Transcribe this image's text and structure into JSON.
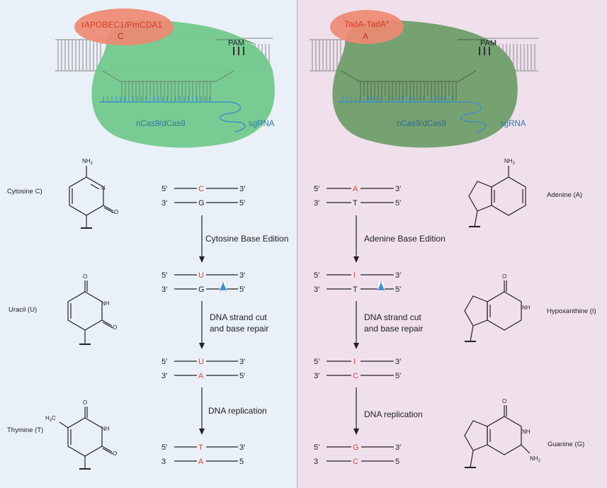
{
  "colors": {
    "left_bg": "#eaf0f7",
    "right_bg": "#f0e0ec",
    "cas9": "#72c98d",
    "cas9_right": "#6f9e6a",
    "deaminase": "#ee8a72",
    "deaminase_text": "#d83a2a",
    "sgrna": "#3d8fc4",
    "highlight_base": "#d8483a",
    "nick_marker": "#4a90c8"
  },
  "left": {
    "enzyme": "rAPOBEC1/PmCDA1",
    "enzyme_base": "C",
    "pam": "PAM",
    "cas": "nCas9/dCas9",
    "sgrna": "sgRNA",
    "molecules": {
      "cytosine": {
        "name": "Cytosine C)",
        "nh2": "NH",
        "nh2_sub": "2",
        "n": "N",
        "o": "O"
      },
      "uracil": {
        "name": "Uracil (U)",
        "nh": "NH",
        "o1": "O",
        "o2": "O"
      },
      "thymine": {
        "name": "Thymine (T)",
        "ch3": "H",
        "ch3_sub": "3",
        "ch3_c": "C",
        "nh": "NH",
        "o1": "O",
        "o2": "O"
      }
    },
    "steps": [
      {
        "top": [
          "5′",
          "C",
          "3′"
        ],
        "bottom": [
          "3′",
          "G",
          "5′"
        ]
      },
      {
        "top": [
          "5′",
          "U",
          "3′"
        ],
        "bottom": [
          "3′",
          "G",
          "5′"
        ]
      },
      {
        "top": [
          "5′",
          "U",
          "3′"
        ],
        "bottom": [
          "3′",
          "A",
          "5′"
        ]
      },
      {
        "top": [
          "5′",
          "T",
          "3′"
        ],
        "bottom": [
          "3",
          "A",
          "5"
        ]
      }
    ],
    "arrows": [
      "Cytosine Base Edition",
      "DNA strand cut",
      "and base repair",
      "DNA replication"
    ]
  },
  "right": {
    "enzyme": "TadA-TadA*",
    "enzyme_base": "A",
    "pam": "PAM",
    "cas": "nCas9/dCas9",
    "sgrna": "sgRNA",
    "molecules": {
      "adenine": {
        "name": "Adenine (A)",
        "nh2": "NH",
        "nh2_sub": "2"
      },
      "hypoxanthine": {
        "name": "Hypoxanthine (I)",
        "o": "O",
        "nh": "NH"
      },
      "guanine": {
        "name": "Guanine (G)",
        "o": "O",
        "nh": "NH",
        "nh2": "NH",
        "nh2_sub": "2"
      }
    },
    "steps": [
      {
        "top": [
          "5′",
          "A",
          "3′"
        ],
        "bottom": [
          "3′",
          "T",
          "5′"
        ]
      },
      {
        "top": [
          "5′",
          "I",
          "3′"
        ],
        "bottom": [
          "3′",
          "T",
          "5′"
        ]
      },
      {
        "top": [
          "5′",
          "I",
          "3′"
        ],
        "bottom": [
          "3′",
          "C",
          "5′"
        ]
      },
      {
        "top": [
          "5′",
          "G",
          "3′"
        ],
        "bottom": [
          "3",
          "C",
          "5"
        ]
      }
    ],
    "arrows": [
      "Adenine Base Edition",
      "DNA strand cut",
      "and base repair",
      "DNA replication"
    ]
  }
}
